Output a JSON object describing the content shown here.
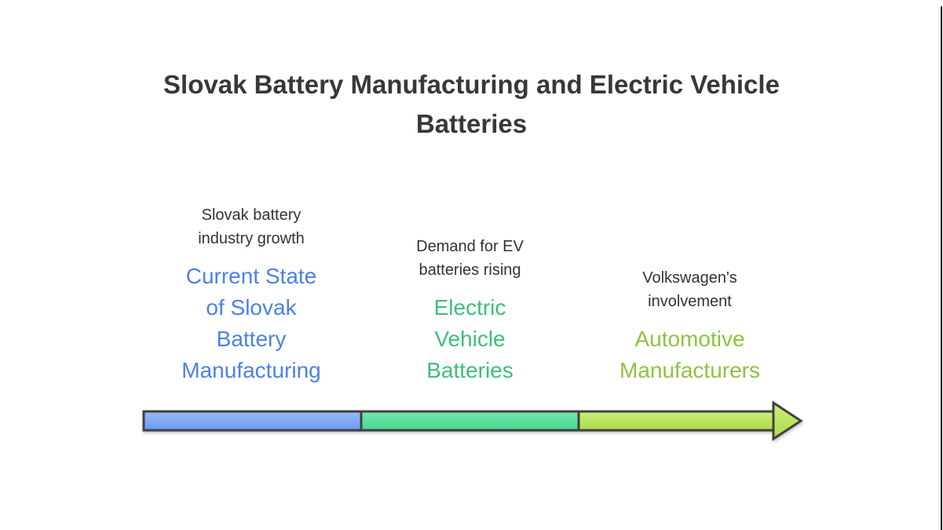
{
  "title": "Slovak Battery Manufacturing and Electric Vehicle\nBatteries",
  "title_color": "#383838",
  "note_color": "#333333",
  "background_color": "#FFFFFF",
  "sections": [
    {
      "note": "Slovak battery\nindustry growth",
      "label": "Current State\nof Slovak\nBattery\nManufacturing",
      "text_color": "#4C80EC",
      "bar_color_top": "#98BAF5",
      "bar_color_bottom": "#699AF2"
    },
    {
      "note": "Demand for EV\nbatteries rising",
      "label": "Electric\nVehicle\nBatteries",
      "text_color": "#3DBE7B",
      "bar_color_top": "#74E9B0",
      "bar_color_bottom": "#47D58F"
    },
    {
      "note": "Volkswagen's\ninvolvement",
      "label": "Automotive\nManufacturers",
      "text_color": "#8CC43E",
      "bar_color_top": "#CBEE7D",
      "bar_color_bottom": "#ACDC44"
    }
  ],
  "arrow": {
    "direction": "right",
    "outline_color": "#404040"
  }
}
